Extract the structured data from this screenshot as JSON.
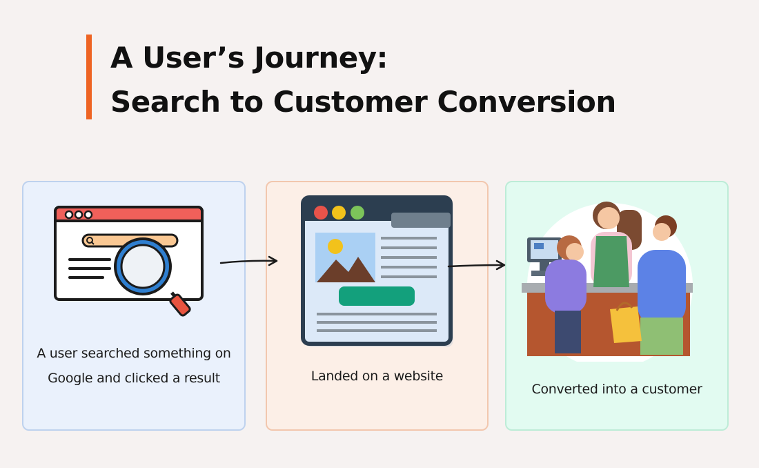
{
  "title": {
    "line1": "A User’s Journey:",
    "line2": "Search to Customer Conversion"
  },
  "steps": [
    {
      "caption_line1": "A user searched something on",
      "caption_line2": "Google and clicked a result",
      "icon": "search-browser-icon"
    },
    {
      "caption_line1": "Landed on a website",
      "icon": "website-page-icon"
    },
    {
      "caption_line1": "Converted into a customer",
      "icon": "checkout-counter-icon"
    }
  ],
  "colors": {
    "accent": "#ee6423",
    "card1_bg": "#eaf1fc",
    "card2_bg": "#fcefe7",
    "card3_bg": "#e2fbf1"
  }
}
